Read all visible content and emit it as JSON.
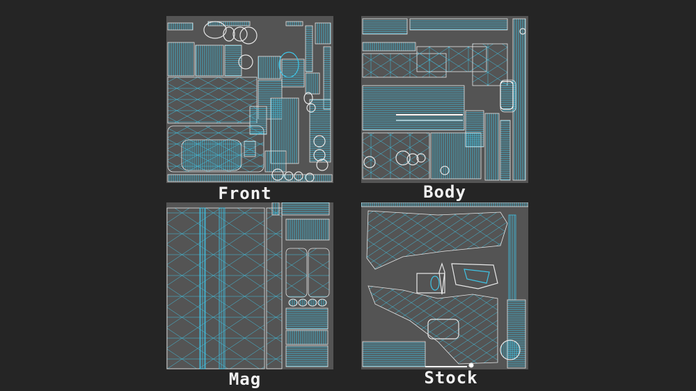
{
  "panels": {
    "front": {
      "label": "Front"
    },
    "body": {
      "label": "Body"
    },
    "mag": {
      "label": "Mag"
    },
    "stock": {
      "label": "Stock"
    }
  },
  "colors": {
    "background": "#252525",
    "panel": "#545454",
    "wire": "#3fc4e6",
    "outline": "#e8e8e8"
  }
}
